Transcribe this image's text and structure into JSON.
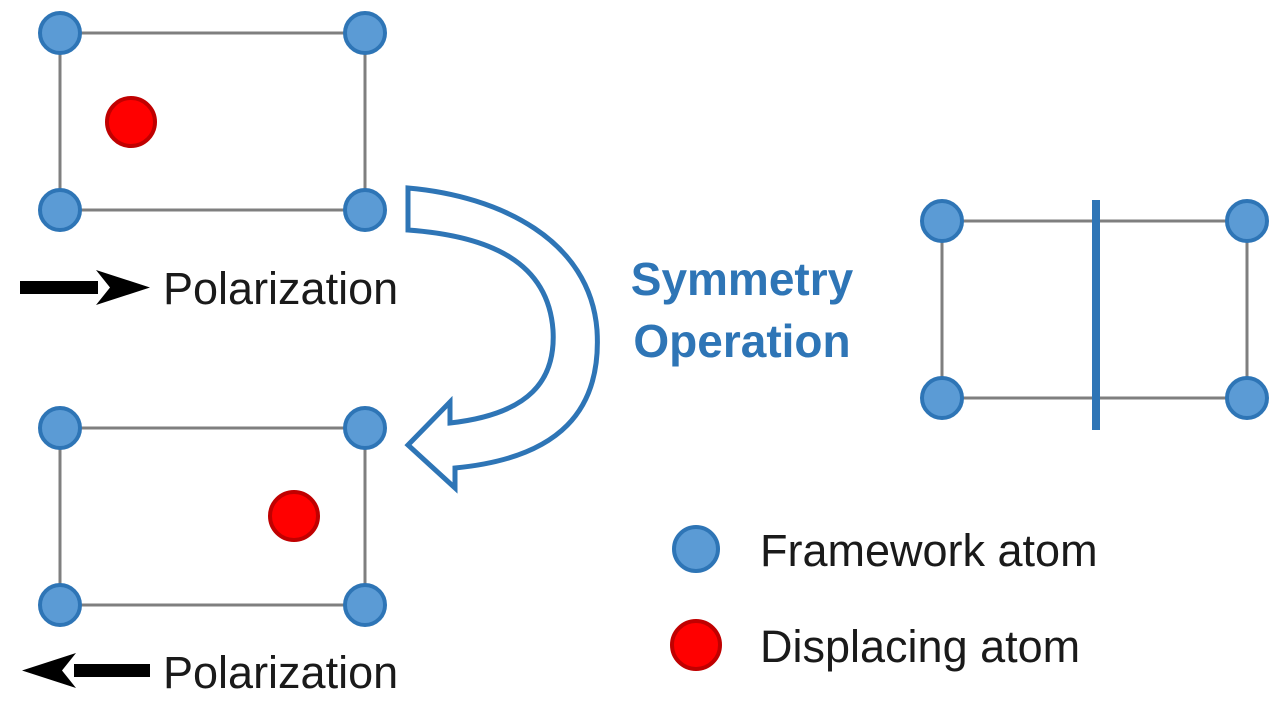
{
  "labels": {
    "polarization_top": "Polarization",
    "polarization_bottom": "Polarization",
    "symmetry_line1": "Symmetry",
    "symmetry_line2": "Operation"
  },
  "legend": {
    "framework": "Framework atom",
    "displacing": "Displacing atom"
  },
  "colors": {
    "framework_fill": "#5B9BD5",
    "framework_stroke": "#2E75B6",
    "displacing_fill": "#FF0000",
    "displacing_stroke": "#C00000",
    "cell_edge": "#7F7F7F",
    "operation": "#2E75B6",
    "polarization_arrow": "#000000"
  }
}
